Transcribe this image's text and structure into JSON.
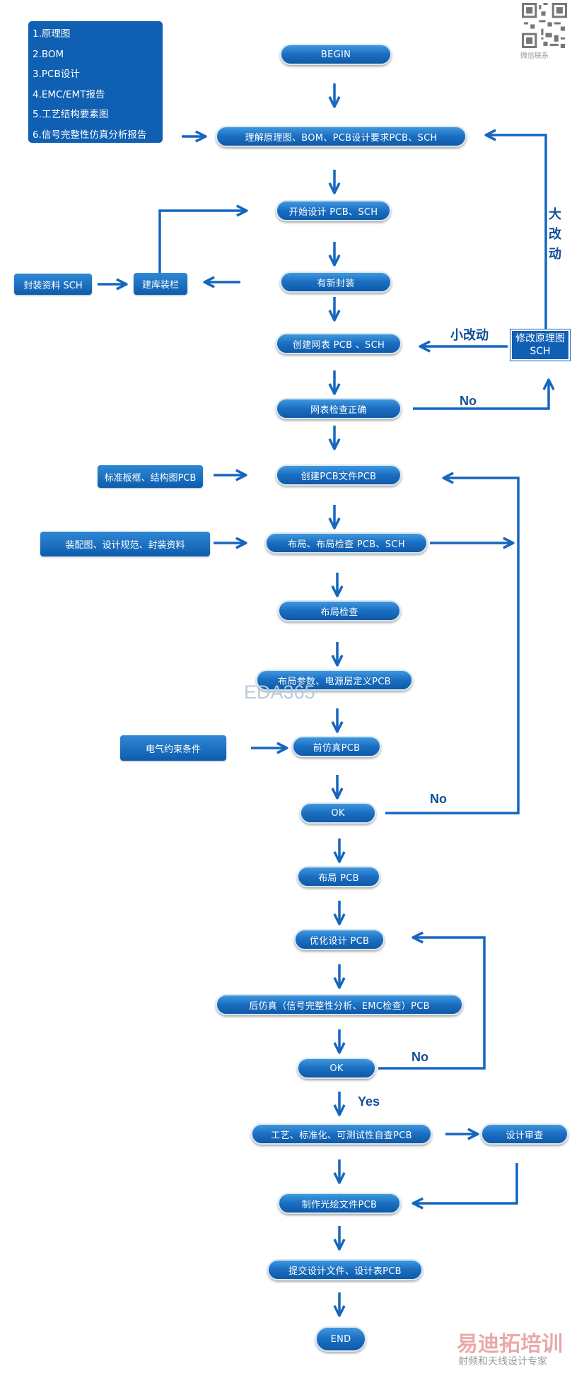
{
  "doc_list": {
    "items": [
      "1.原理图",
      "2.BOM",
      "3.PCB设计",
      "4.EMC/EMT报告",
      "5.工艺结构要素图",
      "6.信号完整性仿真分析报告"
    ]
  },
  "flow": {
    "begin": "BEGIN",
    "understand": "理解原理图、BOM、PCB设计要求PCB、SCH",
    "start_design": "开始设计 PCB、SCH",
    "new_package": "有新封装",
    "create_netlist": "创建网表 PCB 、SCH",
    "netlist_check": "网表检查正确",
    "create_pcb_file": "创建PCB文件PCB",
    "layout_check_pcb_sch": "布局、布局检查 PCB、SCH",
    "layout_check": "布局检查",
    "layout_params": "布局参数、电源层定义PCB",
    "pre_sim": "前仿真PCB",
    "ok1": "OK",
    "layout_pcb": "布局 PCB",
    "optimize": "优化设计 PCB",
    "post_sim": "后仿真（信号完整性分析、EMC检查）PCB",
    "ok2": "OK",
    "self_check": "工艺、标准化、可测试性自查PCB",
    "design_review": "设计审查",
    "gerber": "制作光绘文件PCB",
    "submit": "提交设计文件、设计表PCB",
    "end": "END"
  },
  "side": {
    "package_data": "封装资料 SCH",
    "build_lib": "建库装栏",
    "modify_schematic": "修改原理图SCH",
    "std_board": "标准板框、结构图PCB",
    "assembly": "装配图、设计规范、封装资料",
    "elec_constraints": "电气约束条件"
  },
  "labels": {
    "big_change": "大改动",
    "small_change": "小改动",
    "no1": "No",
    "no2": "No",
    "no3": "No",
    "yes": "Yes"
  },
  "watermarks": {
    "qr_caption": "微信联系",
    "eda": "EDA365",
    "brand": "易迪拓培训",
    "brand_sub": "射频和天线设计专家"
  },
  "colors": {
    "box_blue": "#0f5fb2",
    "arrow_blue": "#1566c0",
    "label_blue": "#0f4f98"
  }
}
